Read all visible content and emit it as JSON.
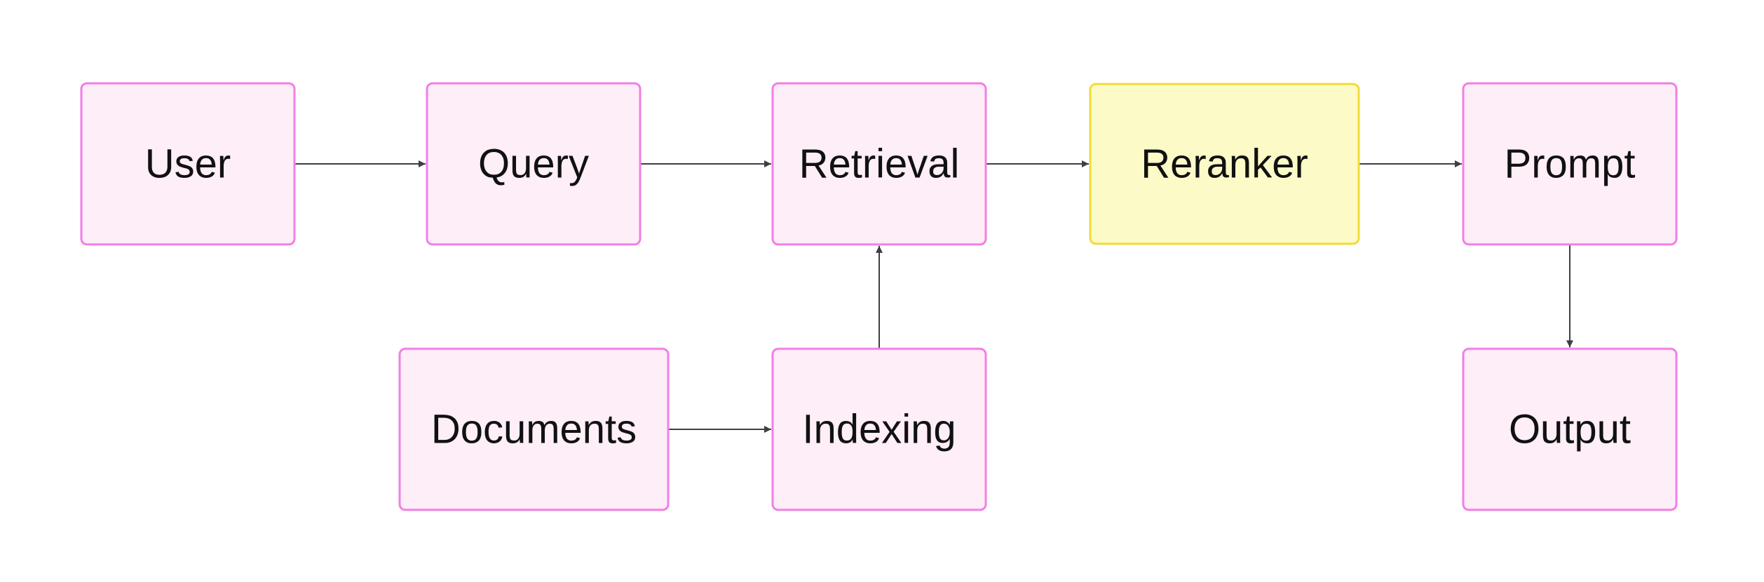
{
  "diagram": {
    "colors": {
      "node_fill": "#fdeef8",
      "node_stroke": "#f27ee6",
      "highlight_fill": "#fcfac7",
      "highlight_stroke": "#f5d938",
      "edge": "#3b3f46",
      "text": "#111111"
    },
    "nodes": {
      "user": {
        "label": "User",
        "highlight": false
      },
      "query": {
        "label": "Query",
        "highlight": false
      },
      "retrieval": {
        "label": "Retrieval",
        "highlight": false
      },
      "reranker": {
        "label": "Reranker",
        "highlight": true
      },
      "prompt": {
        "label": "Prompt",
        "highlight": false
      },
      "documents": {
        "label": "Documents",
        "highlight": false
      },
      "indexing": {
        "label": "Indexing",
        "highlight": false
      },
      "output": {
        "label": "Output",
        "highlight": false
      }
    },
    "edges": [
      {
        "from": "user",
        "to": "query"
      },
      {
        "from": "query",
        "to": "retrieval"
      },
      {
        "from": "retrieval",
        "to": "reranker"
      },
      {
        "from": "reranker",
        "to": "prompt"
      },
      {
        "from": "documents",
        "to": "indexing"
      },
      {
        "from": "indexing",
        "to": "retrieval"
      },
      {
        "from": "prompt",
        "to": "output"
      }
    ]
  }
}
